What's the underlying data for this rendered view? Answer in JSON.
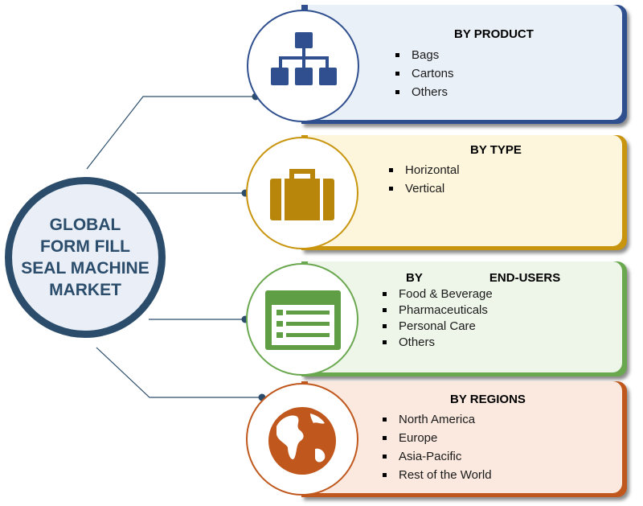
{
  "center": {
    "title": "GLOBAL\nFORM FILL\nSEAL MACHINE\nMARKET"
  },
  "segments": [
    {
      "heading": "BY PRODUCT",
      "items": [
        "Bags",
        "Cartons",
        "Others"
      ],
      "icon": "hierarchy-icon",
      "accent": "#2f4f8f",
      "background": "#eaf0f8"
    },
    {
      "heading": "BY TYPE",
      "items": [
        "Horizontal",
        "Vertical"
      ],
      "icon": "briefcase-icon",
      "accent": "#c9950e",
      "background": "#fdf6dc"
    },
    {
      "heading": "BY                    END-USERS",
      "items": [
        "Food & Beverage",
        "Pharmaceuticals",
        "Personal Care",
        "Others"
      ],
      "icon": "list-icon",
      "accent": "#6aa84f",
      "background": "#eef6e9"
    },
    {
      "heading": "BY REGIONS",
      "items": [
        "North America",
        "Europe",
        "Asia-Pacific",
        "Rest of the World"
      ],
      "icon": "globe-icon",
      "accent": "#c0581e",
      "background": "#fbe9df"
    }
  ],
  "colors": {
    "center_ring": "#2b4d6b",
    "center_fill": "#e9eef7",
    "connector": "#2b4d6b"
  }
}
